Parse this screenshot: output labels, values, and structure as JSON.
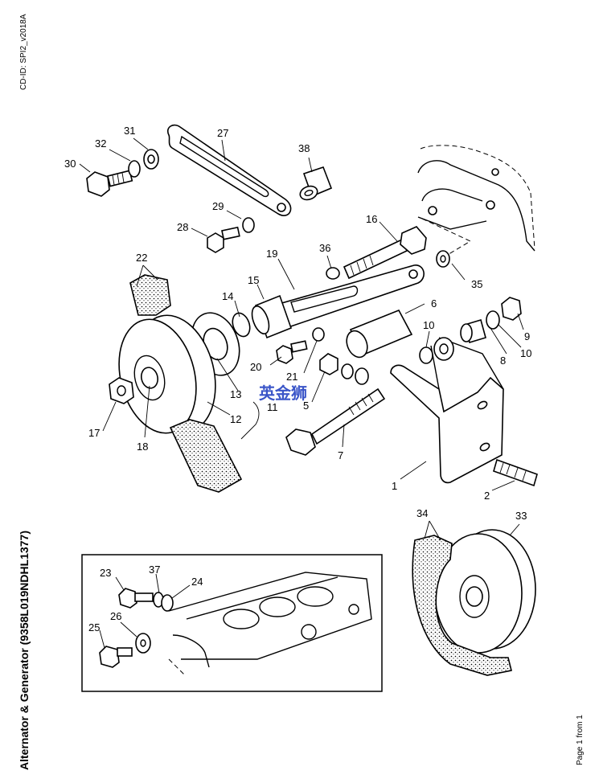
{
  "document": {
    "cd_id": "CD-ID: SPI2_v2018A",
    "title": "Alternator & Generator (9358L019NDHL1377)",
    "page": "Page 1 from 1"
  },
  "watermark": {
    "text": "英金狮",
    "color": "#3a55c8"
  },
  "callouts": [
    "1",
    "2",
    "5",
    "6",
    "7",
    "8",
    "9",
    "10",
    "10",
    "10",
    "11",
    "12",
    "13",
    "14",
    "15",
    "16",
    "17",
    "18",
    "19",
    "20",
    "21",
    "22",
    "23",
    "24",
    "25",
    "26",
    "27",
    "28",
    "29",
    "30",
    "31",
    "32",
    "33",
    "34",
    "35",
    "36",
    "37",
    "38"
  ]
}
